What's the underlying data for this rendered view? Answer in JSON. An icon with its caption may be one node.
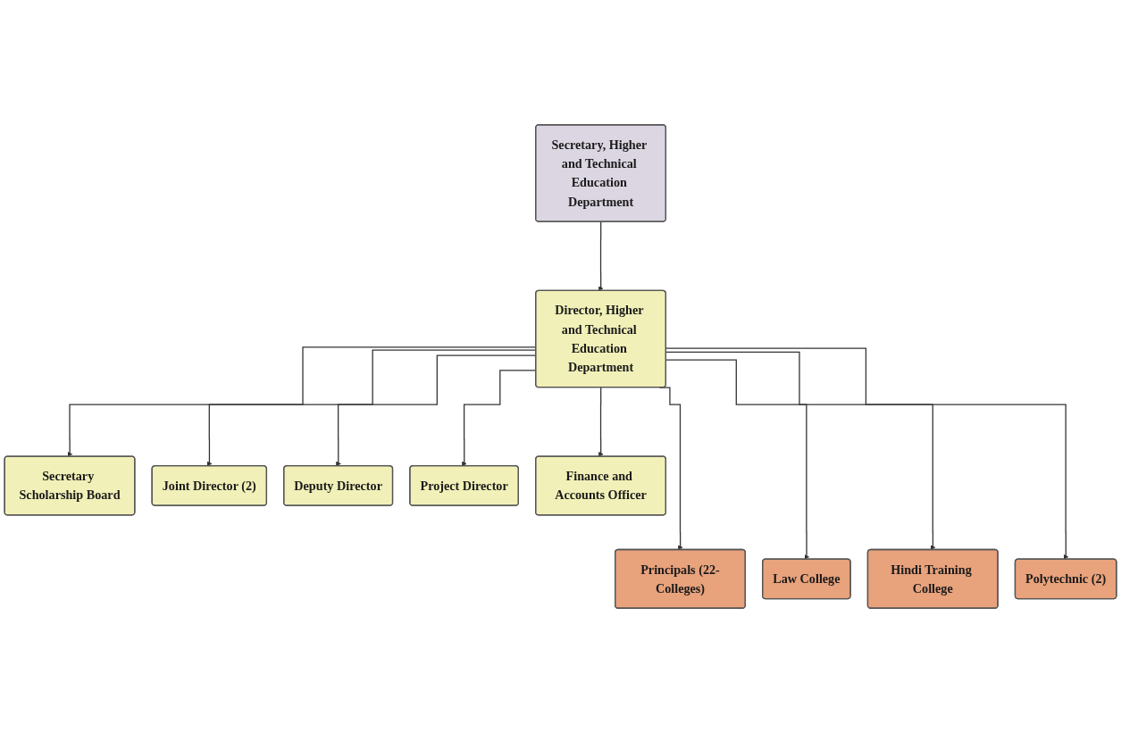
{
  "diagram": {
    "nodes": [
      {
        "text": [
          "Secretary, Higher and Technical Education Department"
        ]
      },
      {
        "text": [
          "Director, Higher and Technical Education Department"
        ]
      },
      {
        "text": [
          "Secretary Scholarship Board"
        ]
      },
      {
        "text": [
          "Joint Director (2)"
        ]
      },
      {
        "text": [
          "Deputy Director"
        ]
      },
      {
        "text": [
          "Project Director"
        ]
      },
      {
        "text": [
          "Finance and Accounts Officer"
        ]
      },
      {
        "text": [
          "Principals (22-Colleges)"
        ]
      },
      {
        "text": [
          "Law College"
        ]
      },
      {
        "text": [
          "Hindi Training College"
        ]
      },
      {
        "text": [
          "Polytechnic (2)"
        ]
      }
    ],
    "edges": [
      {
        "from": 0,
        "to": 1,
        "arrow": "to"
      },
      {
        "from": 1,
        "to": 2,
        "arrow": "to"
      },
      {
        "from": 1,
        "to": 3,
        "arrow": "to"
      },
      {
        "from": 1,
        "to": 4,
        "arrow": "to"
      },
      {
        "from": 1,
        "to": 5,
        "arrow": "to"
      },
      {
        "from": 1,
        "to": 6,
        "arrow": "to"
      },
      {
        "from": 1,
        "to": 7,
        "arrow": "to"
      },
      {
        "from": 1,
        "to": 8,
        "arrow": "to"
      },
      {
        "from": 1,
        "to": 9,
        "arrow": "to"
      },
      {
        "from": 1,
        "to": 10,
        "arrow": "to"
      }
    ]
  }
}
